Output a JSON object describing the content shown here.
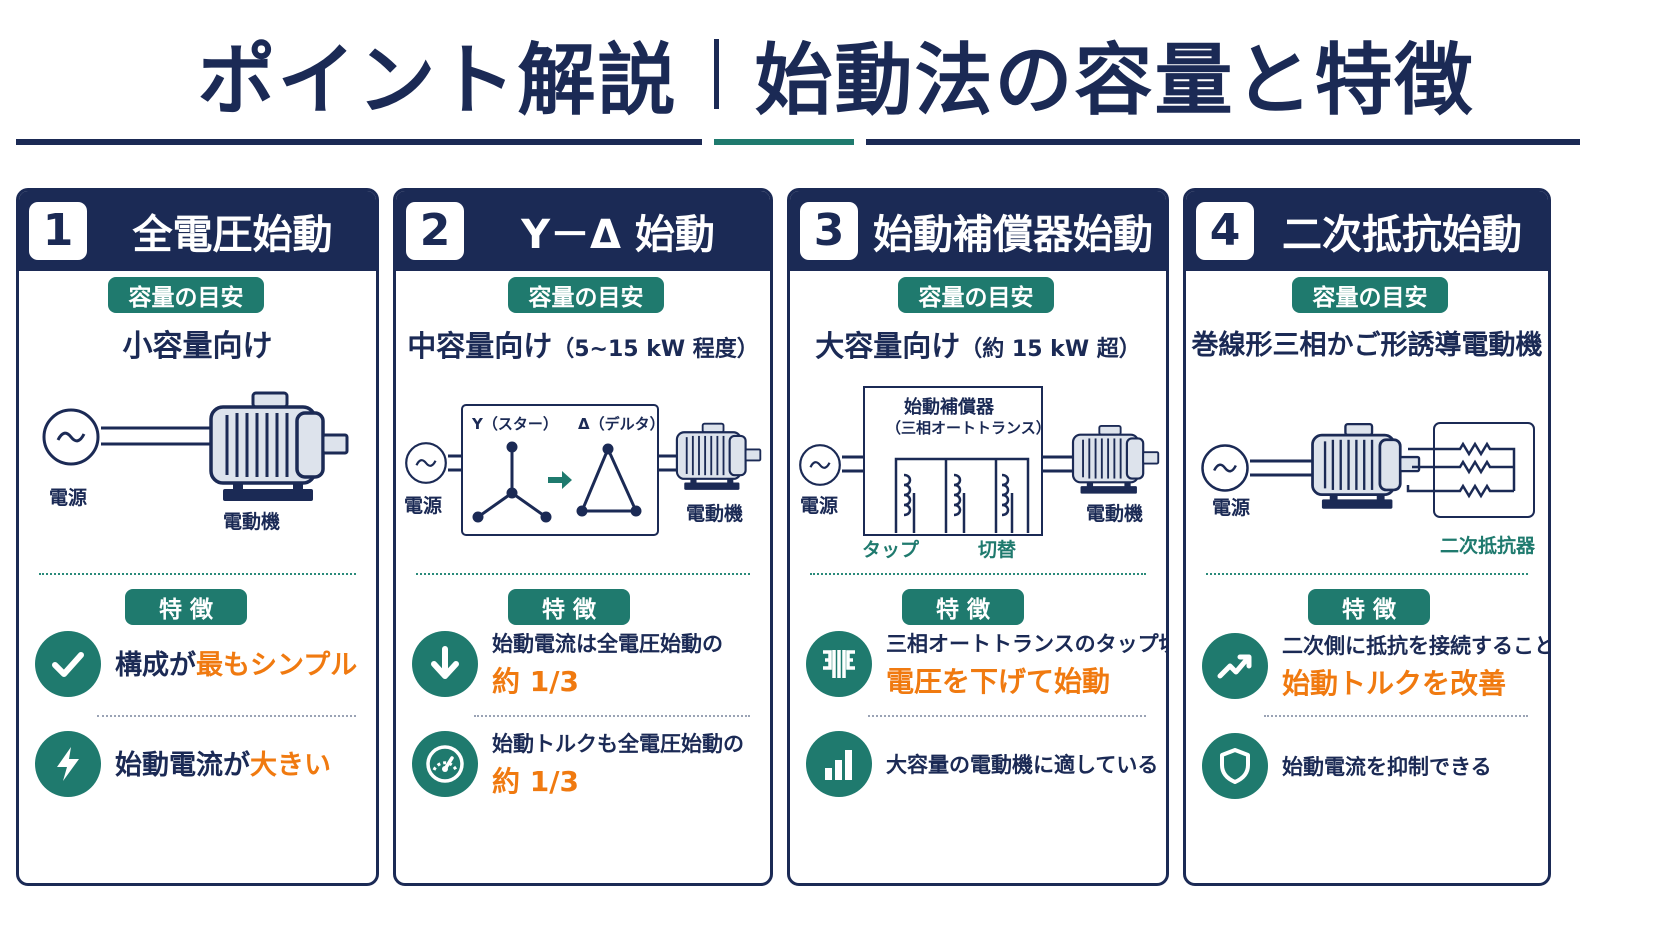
{
  "header": {
    "title_left": "ポイント解説",
    "title_right": "始動法の容量と特徴"
  },
  "colors": {
    "navy": "#1b2a55",
    "teal": "#1f7a6e",
    "orange": "#f07a10"
  },
  "labels": {
    "capacity_pill": "容量の目安",
    "feature_pill": "特 徴",
    "power": "電源",
    "motor": "電動機"
  },
  "cards": [
    {
      "number": "1",
      "title": "全電圧始動",
      "capacity_main": "小容量向け",
      "capacity_note": "",
      "features": [
        {
          "icon": "check-icon",
          "text_a": "構成が",
          "text_b": "最もシンプル"
        },
        {
          "icon": "lightning-icon",
          "text_a": "始動電流が",
          "text_b": "大きい"
        }
      ]
    },
    {
      "number": "2",
      "title": "Y－Δ 始動",
      "capacity_main": "中容量向け",
      "capacity_note": "（5~15 kW 程度）",
      "diagram": {
        "star": "Y（スター）",
        "delta": "Δ（デルタ）"
      },
      "features": [
        {
          "icon": "arrow-down-icon",
          "line1": "始動電流は全電圧始動の",
          "line2": "約 1/3"
        },
        {
          "icon": "gauge-icon",
          "line1": "始動トルクも全電圧始動の",
          "line2": "約 1/3"
        }
      ]
    },
    {
      "number": "3",
      "title": "始動補償器始動",
      "capacity_main": "大容量向け",
      "capacity_note": "（約 15 kW 超）",
      "diagram": {
        "box_title": "始動補償器",
        "box_sub": "（三相オートトランス）",
        "tap": "タップ",
        "switch": "切替"
      },
      "features": [
        {
          "icon": "autotransformer-icon",
          "line1": "三相オートトランスのタップ切替で",
          "line2": "電圧を下げて始動"
        },
        {
          "icon": "bar-chart-icon",
          "line1": "大容量の電動機に適している"
        }
      ]
    },
    {
      "number": "4",
      "title": "二次抵抗始動",
      "capacity_main": "巻線形三相かご形誘導電動機",
      "capacity_note": "",
      "diagram": {
        "resistor": "二次抵抗器"
      },
      "features": [
        {
          "icon": "trend-up-icon",
          "line1": "二次側に抵抗を接続することで",
          "line2": "始動トルクを改善"
        },
        {
          "icon": "shield-icon",
          "line1": "始動電流を抑制できる"
        }
      ]
    }
  ]
}
